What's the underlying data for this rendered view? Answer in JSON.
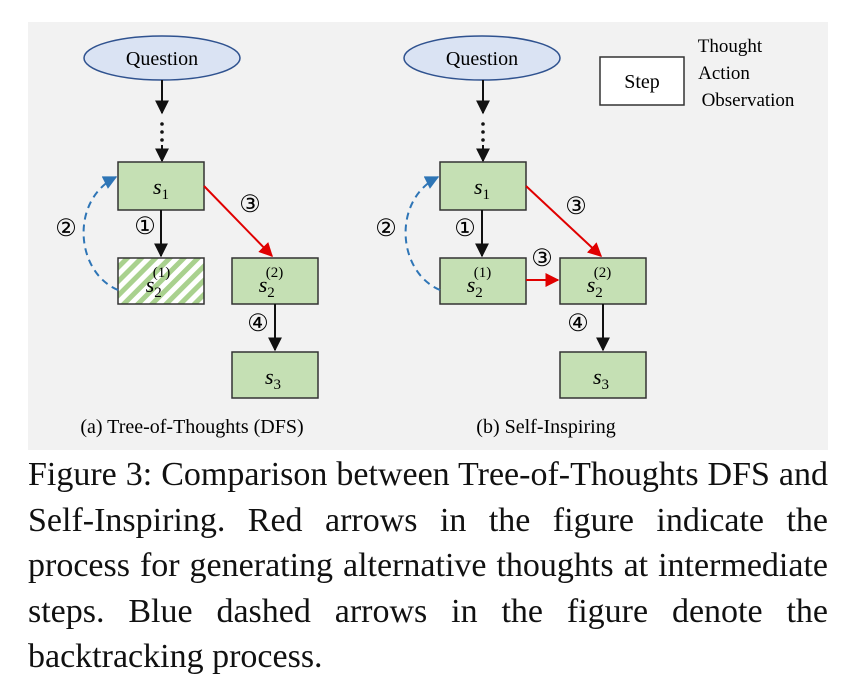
{
  "diagram_a": {
    "question": "Question",
    "circled": [
      "①",
      "②",
      "③",
      "④"
    ],
    "subtitle": "(a) Tree-of-Thoughts (DFS)"
  },
  "diagram_b": {
    "question": "Question",
    "circled": [
      "①",
      "②",
      "③",
      "③",
      "④"
    ],
    "subtitle": "(b) Self-Inspiring"
  },
  "legend": {
    "box_label": "Step",
    "lines": [
      "Thought",
      "Action",
      "Observation"
    ]
  },
  "caption": "Figure 3: Comparison between Tree-of-Thoughts DFS and Self-Inspiring. Red arrows in the figure indicate the process for generating alternative thoughts at intermediate steps. Blue dashed arrows in the figure denote the backtracking process.",
  "colors": {
    "node_fill": "#c5e0b4",
    "node_stroke": "#333333",
    "question_fill": "#dae3f3",
    "question_stroke": "#2f528f",
    "red_arrow": "#e00000",
    "blue_dashed": "#2e75b6"
  }
}
